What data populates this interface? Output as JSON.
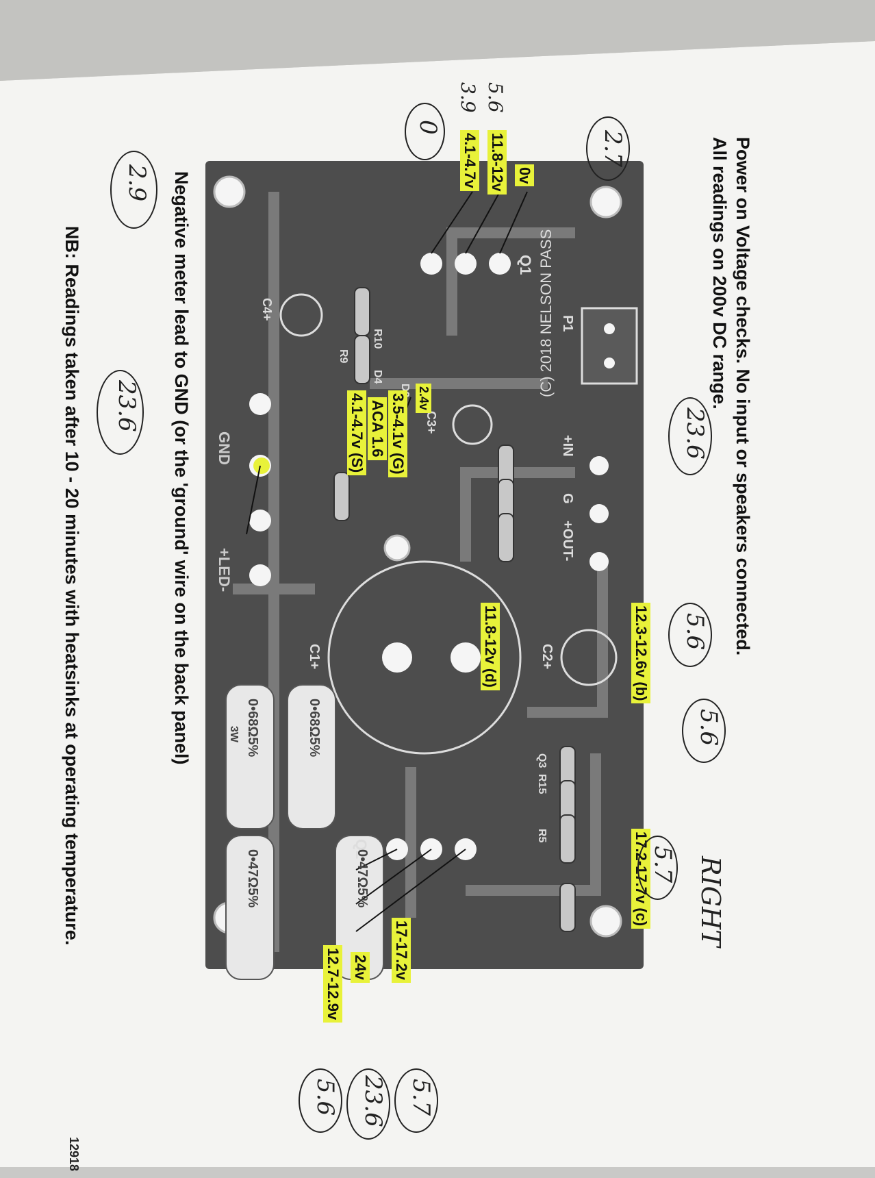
{
  "doc": {
    "title": "Power on Voltage checks. No input or speakers connected.",
    "subtitle": "All readings on 200v DC range.",
    "ground_note": "Negative meter lead to GND (or the 'ground' wire on the back panel)",
    "footnote": "NB: Readings taken after 10 - 20 minutes with heatsinks at operating temperature.",
    "page_number": "12918",
    "board_credit": "(C) 2018 NELSON PASS"
  },
  "labels": {
    "q1": "Q1",
    "q2": "Q2",
    "q3": "Q3",
    "p1": "P1",
    "r10": "R10",
    "r9": "R9",
    "r15": "R15",
    "r5": "R5",
    "d4": "D4",
    "d2": "D2",
    "c4": "C4+",
    "c3": "C3+",
    "c2": "C2+",
    "c1": "C1+",
    "in": "+IN",
    "g": "G",
    "out": "+OUT-",
    "gnd": "GND",
    "led": "+LED-",
    "res1": "0•68Ω5%",
    "res2": "0•68Ω5%",
    "res3": "0•47Ω5%",
    "res4": "0•47Ω5%",
    "watt": "3W"
  },
  "readings": {
    "v0": "0v",
    "v_118_12": "11.8-12v",
    "v_41_47": "4.1-4.7v",
    "v_d2": "2.4v",
    "v_35_41": "3.5-4.1v (G)",
    "v_aca": "ACA 1.6",
    "v_41_47s": "4.1-4.7v (S)",
    "v_123_126": "12.3-12.6v (b)",
    "v_118_12d": "11.8-12v (d)",
    "v_172_177": "17.2-17.7v (c)",
    "v_17_172": "17-17.2v",
    "v_24": "24v",
    "v_127_129": "12.7-12.9v"
  },
  "handwritten": {
    "right": "RIGHT",
    "h_27": "2.7",
    "h_0": "0",
    "h_56a": "5.6",
    "h_39": "3.9",
    "h_29": "2.9",
    "h_236a": "23.6",
    "h_236b": "23.6",
    "h_56b": "5.6",
    "h_56c": "5.6",
    "h_57a": "5.7",
    "h_57b": "5.7",
    "h_236c": "23.6",
    "h_56d": "5.6"
  },
  "colors": {
    "highlight": "#e8f23a",
    "board": "#4a4a4a",
    "trace": "#6c6c6c",
    "pad": "#f2f2f2"
  }
}
